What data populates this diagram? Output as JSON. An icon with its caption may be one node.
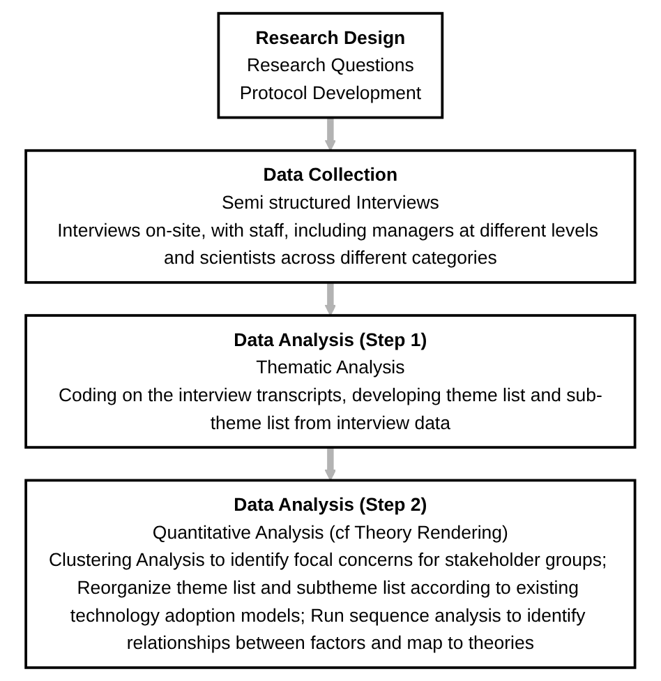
{
  "diagram": {
    "nodes": [
      {
        "text": [
          "Research Design",
          "Research Questions",
          "Protocol Development"
        ]
      },
      {
        "text": [
          "Data Collection",
          "Semi structured Interviews",
          "Interviews on-site, with staff, including managers at different levels and scientists across different categories"
        ]
      },
      {
        "text": [
          "Data Analysis (Step 1)",
          "Thematic Analysis",
          "Coding on the interview transcripts, developing theme list and sub-theme list from interview data"
        ]
      },
      {
        "text": [
          "Data Analysis (Step 2)",
          "Quantitative Analysis (cf Theory Rendering)",
          "Clustering Analysis to identify focal concerns for stakeholder groups; Reorganize theme list and subtheme list according to existing technology adoption models; Run sequence analysis to identify relationships between factors and map to theories"
        ]
      }
    ],
    "edges": [
      {
        "from": 0,
        "to": 1,
        "arrow": "to"
      },
      {
        "from": 1,
        "to": 2,
        "arrow": "to"
      },
      {
        "from": 2,
        "to": 3,
        "arrow": "to"
      }
    ]
  }
}
